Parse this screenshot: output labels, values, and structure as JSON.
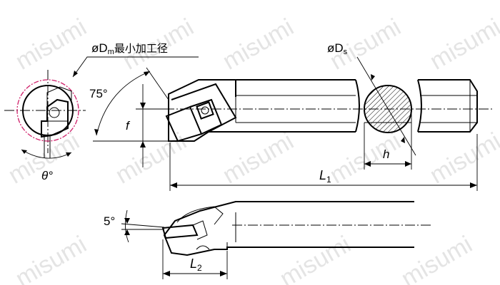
{
  "labels": {
    "dm_prefix": "øD",
    "dm_sub": "m",
    "dm_suffix": "最小加工径",
    "ds_prefix": "øD",
    "ds_sub": "s",
    "angle_75": "75°",
    "f": "f",
    "theta": "θ°",
    "h": "h",
    "l1_main": "L",
    "l1_sub": "1",
    "angle_5": "5°",
    "l2_main": "L",
    "l2_sub": "2"
  },
  "watermark": "misumi",
  "colors": {
    "line": "#000000",
    "accent_circle": "#d0206a",
    "watermark": "#cfcfcf"
  }
}
